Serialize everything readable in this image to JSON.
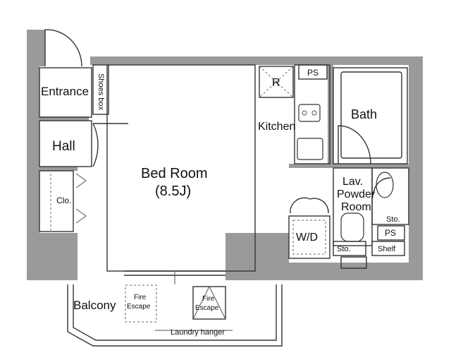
{
  "rooms": {
    "entrance": "Entrance",
    "shoes_box": "Shoes box",
    "hall": "Hall",
    "closet": "Clo.",
    "bed_room": "Bed Room",
    "bed_room_size": "(8.5J)",
    "kitchen": "Kitchen",
    "refrigerator": "R",
    "pipe_space_top": "PS",
    "bath": "Bath",
    "lav_line1": "Lav.",
    "lav_line2": "Powder",
    "lav_line3": "Room",
    "washer_dryer": "W/D",
    "storage_right": "Sto.",
    "pipe_space_lower": "PS",
    "storage_bottom": "Sto.",
    "shelf": "Shelf",
    "balcony": "Balcony",
    "fire_escape_1_line1": "Fire",
    "fire_escape_1_line2": "Escape",
    "fire_escape_2_line1": "Fire",
    "fire_escape_2_line2": "Escape",
    "laundry_hanger": "Laundry hanger"
  },
  "colors": {
    "wall": "#9a9a9a",
    "line": "#333333",
    "background": "#ffffff"
  }
}
